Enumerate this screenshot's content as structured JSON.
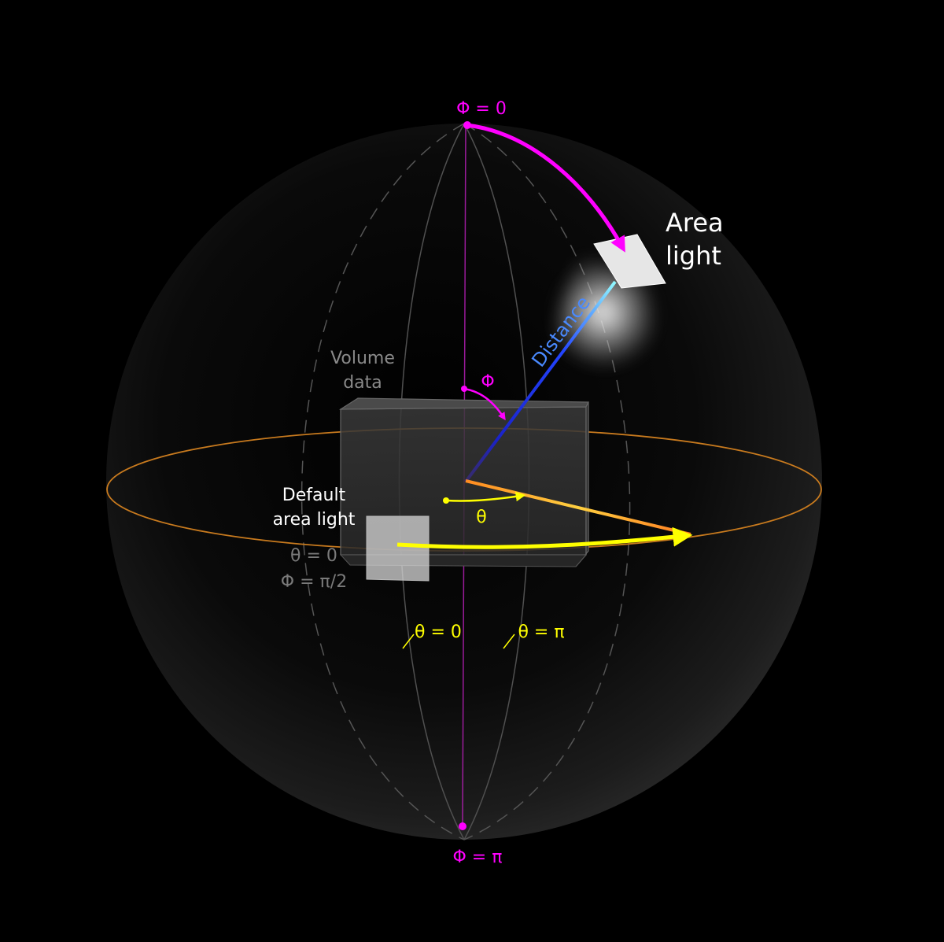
{
  "labels": {
    "phi_zero": "Φ = 0",
    "phi_pi": "Φ = π",
    "area_light_line1": "Area",
    "area_light_line2": "light",
    "distance": "Distance",
    "volume_line1": "Volume",
    "volume_line2": "data",
    "phi": "Φ",
    "theta": "θ",
    "default_line1": "Default",
    "default_line2": "area light",
    "default_theta": "θ = 0",
    "default_phi": "Φ = π/2",
    "theta_zero": "θ = 0",
    "theta_pi": "θ = π"
  },
  "colors": {
    "background": "#000000",
    "phi": "#ff00ff",
    "theta": "#ffff00",
    "equator": "#c87a1e",
    "distance": "#2b3cff",
    "distance_label": "#3a7bff",
    "muted_text": "#8a8a8a",
    "white_text": "#ffffff"
  }
}
